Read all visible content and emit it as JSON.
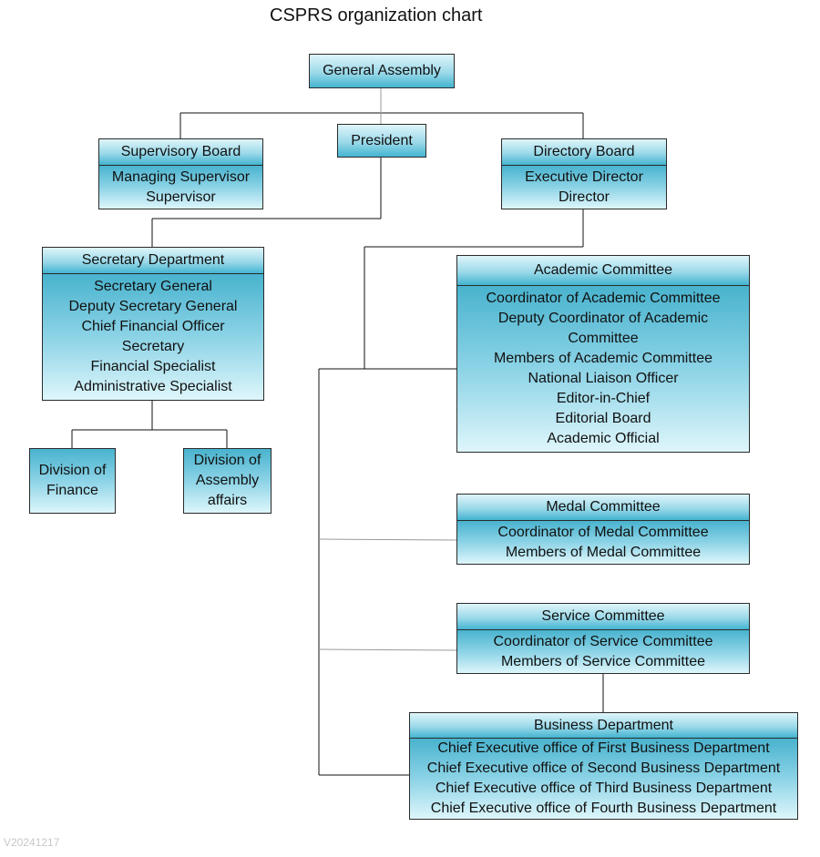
{
  "title": "CSPRS organization chart",
  "version": "V20241217",
  "nodes": {
    "general_assembly": "General Assembly",
    "president": "President",
    "supervisory_board": {
      "head": "Supervisory Board",
      "members": [
        "Managing Supervisor",
        "Supervisor"
      ]
    },
    "directory_board": {
      "head": "Directory Board",
      "members": [
        "Executive Director",
        "Director"
      ]
    },
    "secretary_department": {
      "head": "Secretary Department",
      "members": [
        "Secretary General",
        "Deputy Secretary General",
        "Chief Financial Officer",
        "Secretary",
        "Financial Specialist",
        "Administrative Specialist"
      ]
    },
    "division_finance": [
      "Division of",
      "Finance"
    ],
    "division_assembly": [
      "Division of",
      "Assembly",
      "affairs"
    ],
    "academic_committee": {
      "head": "Academic Committee",
      "members": [
        "Coordinator of Academic Committee",
        "Deputy Coordinator of Academic",
        "Committee",
        "Members of Academic Committee",
        "National Liaison Officer",
        "Editor-in-Chief",
        "Editorial Board",
        "Academic Official"
      ]
    },
    "medal_committee": {
      "head": "Medal Committee",
      "members": [
        "Coordinator of Medal Committee",
        "Members of Medal Committee"
      ]
    },
    "service_committee": {
      "head": "Service Committee",
      "members": [
        "Coordinator of Service Committee",
        "Members of Service Committee"
      ]
    },
    "business_department": {
      "head": "Business Department",
      "members": [
        "Chief Executive office of First Business Department",
        "Chief Executive office of Second Business Department",
        "Chief Executive office of Third Business Department",
        "Chief Executive office of Fourth Business Department"
      ]
    }
  },
  "colors": {
    "box_light": "#dff5fa",
    "box_dark": "#43b4d0",
    "line": "#111111",
    "line_grey": "#9a9a9a"
  }
}
